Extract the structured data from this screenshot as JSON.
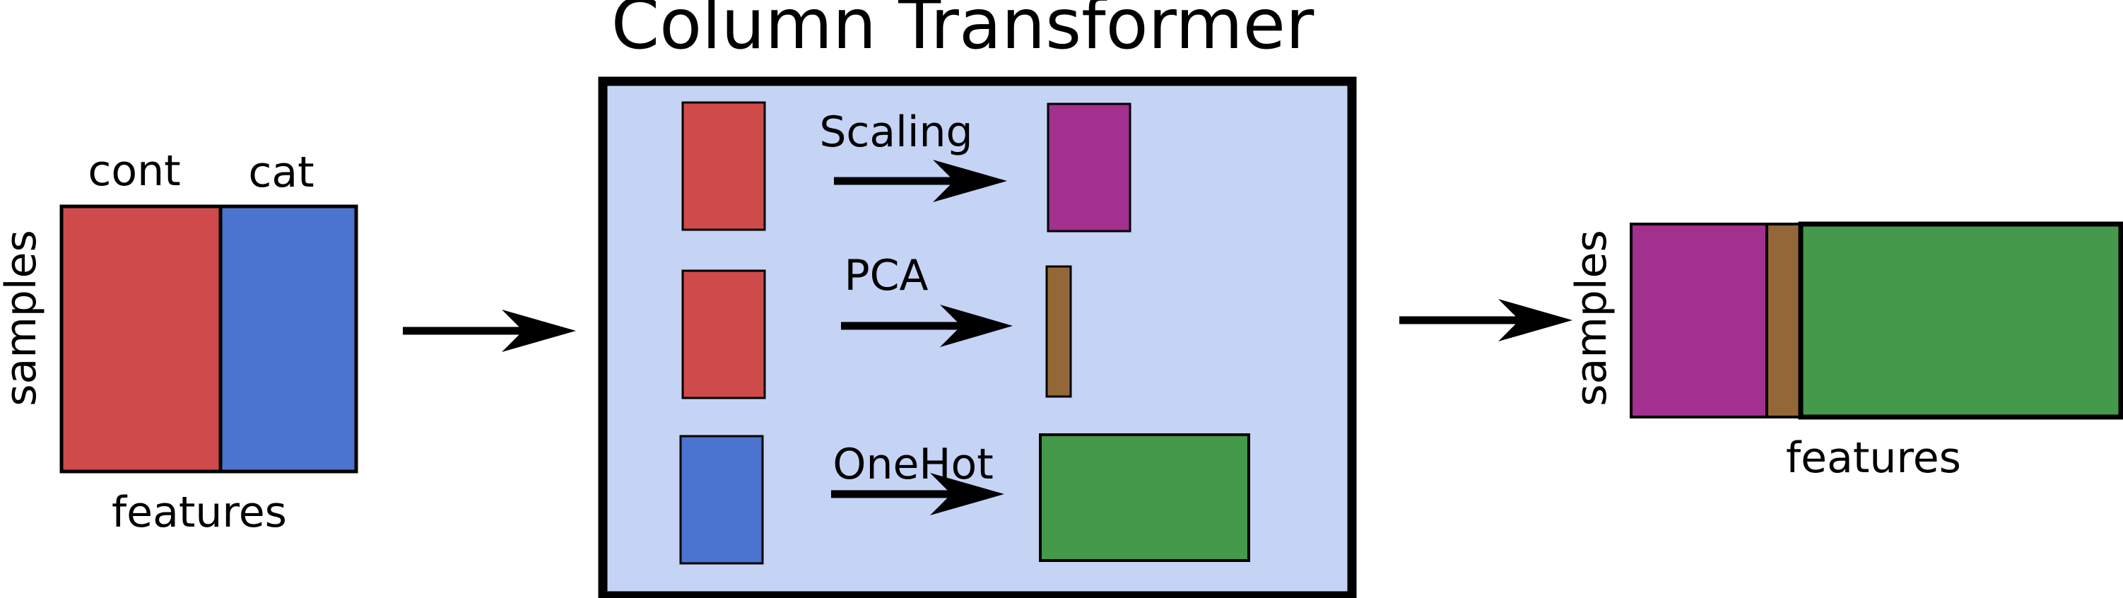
{
  "title": "Column Transformer",
  "input_block": {
    "cont_label": "cont",
    "cat_label": "cat",
    "samples_label": "samples",
    "features_label": "features"
  },
  "transformer": {
    "steps": [
      {
        "label": "Scaling"
      },
      {
        "label": "PCA"
      },
      {
        "label": "OneHot"
      }
    ]
  },
  "output_block": {
    "samples_label": "samples",
    "features_label": "features"
  },
  "colors": {
    "cont": "#cf4a4a",
    "cat": "#4a74d0",
    "scaled": "#a1308f",
    "pca": "#936737",
    "onehot": "#449a4a",
    "transformer_bg": "#c5d3f5",
    "stroke": "#000000"
  }
}
